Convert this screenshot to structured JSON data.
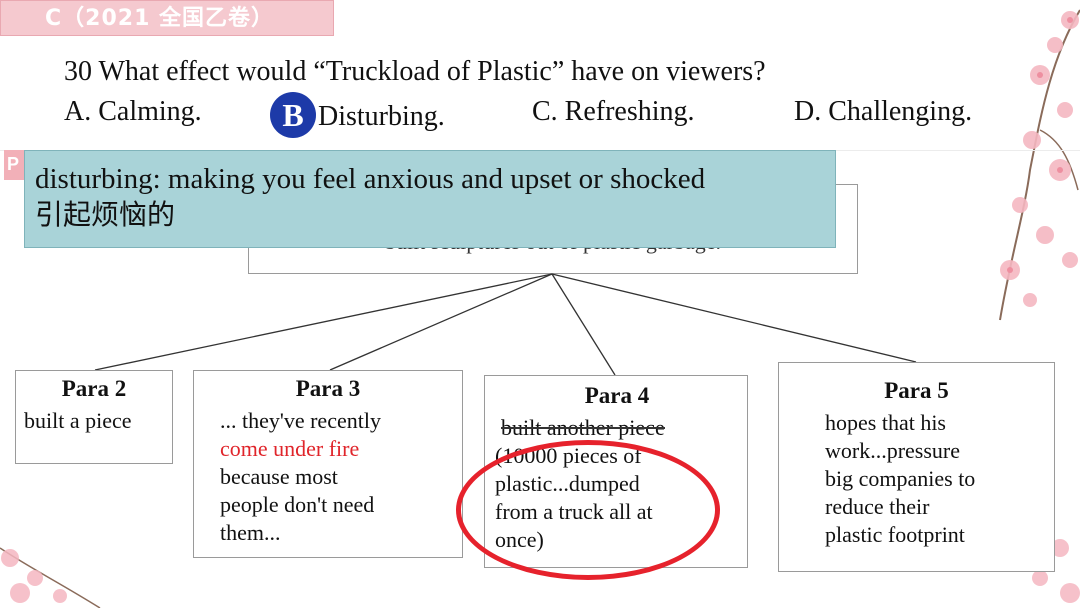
{
  "title_tag": "C（2021 全国乙卷）",
  "question": {
    "text": "30 What effect would “Truckload of Plastic” have on viewers?",
    "options": [
      {
        "text": "A. Calming."
      },
      {
        "badge": "B",
        "text": "Disturbing."
      },
      {
        "text": "C. Refreshing."
      },
      {
        "text": "D. Challenging."
      }
    ]
  },
  "pink_tab": "P",
  "tooltip": {
    "definition": "disturbing: making you feel anxious and upset or shocked",
    "chinese": "引起烦恼的"
  },
  "summary_box": {
    "text": "built sculptures out of plastic garbage."
  },
  "paras": [
    {
      "head": "Para 2",
      "lines": [
        "built a piece"
      ]
    },
    {
      "head": "Para 3",
      "line1": "... they've recently",
      "highlight": "come under fire",
      "rest": [
        "because most",
        "people don't need",
        "them..."
      ]
    },
    {
      "head": "Para 4",
      "crossed": "built another piece",
      "lines": [
        "(10000 pieces of",
        "plastic...dumped",
        "from a truck all at",
        "once)"
      ]
    },
    {
      "head": "Para 5",
      "lines": [
        "hopes that his",
        "work...pressure",
        "big companies to",
        "reduce their",
        "plastic footprint"
      ]
    }
  ],
  "colors": {
    "badge": "#1d3aa8",
    "highlight": "#e0252b",
    "tooltip_bg": "#a9d3d8",
    "title_bg": "#f5c9cf"
  }
}
